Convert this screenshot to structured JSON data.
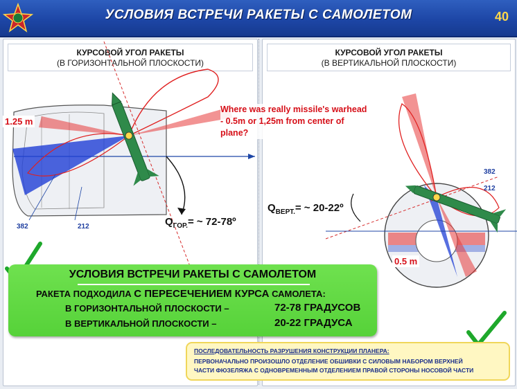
{
  "header": {
    "title": "УСЛОВИЯ ВСТРЕЧИ РАКЕТЫ С САМОЛЕТОМ",
    "page_number": "40"
  },
  "left_panel": {
    "title_line1": "КУРСОВОЙ УГОЛ РАКЕТЫ",
    "title_line2": "(В ГОРИЗОНТАЛЬНОЙ ПЛОСКОСТИ)",
    "offset_label": "1.25 m",
    "frame_label_a": "382",
    "frame_label_b": "212",
    "angle_symbol": "Q",
    "angle_subscript": "ГОР.",
    "angle_value": "= ~ 72-78º"
  },
  "right_panel": {
    "title_line1": "КУРСОВОЙ УГОЛ РАКЕТЫ",
    "title_line2": "(В ВЕРТИКАЛЬНОЙ ПЛОСКОСТИ)",
    "offset_label": "0.5 m",
    "frame_label_a": "382",
    "frame_label_b": "212",
    "angle_symbol": "Q",
    "angle_subscript": "ВЕРТ.",
    "angle_value": "= ~ 20-22º"
  },
  "annotation": {
    "line1": "Where was really missile's warhead",
    "line2": "- 0.5m or 1,25m from center of",
    "line3": "plane?"
  },
  "summary": {
    "title": "УСЛОВИЯ ВСТРЕЧИ РАКЕТЫ С САМОЛЕТОМ",
    "intro_prefix": "РАКЕТА ПОДХОДИЛА ",
    "intro_emphasis": "С ПЕРЕСЕЧЕНИЕМ КУРСА",
    "intro_suffix": " САМОЛЕТА:",
    "row1_label": "В ГОРИЗОНТАЛЬНОЙ ПЛОСКОСТИ –",
    "row1_value": "72-78 ГРАДУСОВ",
    "row2_label": "В ВЕРТИКАЛЬНОЙ ПЛОСКОСТИ –",
    "row2_value": "20-22 ГРАДУСА"
  },
  "destruction_note": {
    "title": "ПОСЛЕДОВАТЕЛЬНОСТЬ РАЗРУШЕНИЯ КОНСТРУКЦИИ ПЛАНЕРА:",
    "line1": "ПЕРВОНАЧАЛЬНО ПРОИЗОШЛО ОТДЕЛЕНИЕ ОБШИВКИ С СИЛОВЫМ НАБОРОМ ВЕРХНЕЙ",
    "line2": "ЧАСТИ ФЮЗЕЛЯЖА С ОДНОВРЕМЕННЫМ ОТДЕЛЕНИЕМ ПРАВОЙ СТОРОНЫ НОСОВОЙ ЧАСТИ"
  },
  "colors": {
    "header_blue": "#1d46a6",
    "accent_red": "#d60f18",
    "missile_green": "#2f8a4a",
    "fragment_blue": "#1f3fd6",
    "summary_green": "#5ad63c",
    "note_yellow": "#fff7c2"
  }
}
